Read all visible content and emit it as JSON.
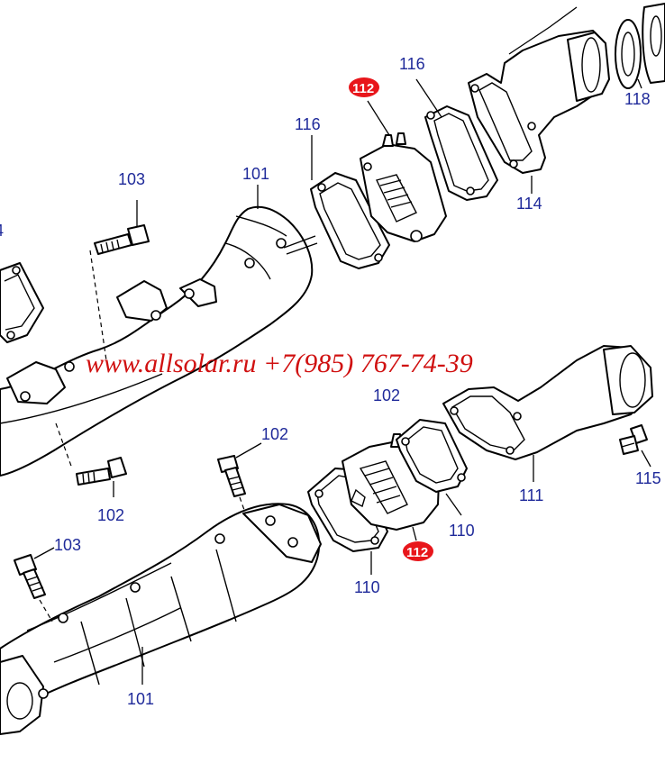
{
  "watermark": "www.allsolar.ru +7(985) 767-74-39",
  "colors": {
    "label": "#1f2a9a",
    "highlight": "#e8161b",
    "watermark": "#d01010",
    "line": "#000000"
  },
  "callouts": {
    "c_4": "4",
    "c_103_top": "103",
    "c_101_top": "101",
    "c_116_left": "116",
    "c_112_top": "112",
    "c_116_right": "116",
    "c_118": "118",
    "c_114": "114",
    "c_102_mid": "102",
    "c_102_bolt": "102",
    "c_102_left": "102",
    "c_103_bottom": "103",
    "c_101_bottom": "101",
    "c_110_right": "110",
    "c_110_left": "110",
    "c_112_bottom": "112",
    "c_111": "111",
    "c_115": "115"
  }
}
